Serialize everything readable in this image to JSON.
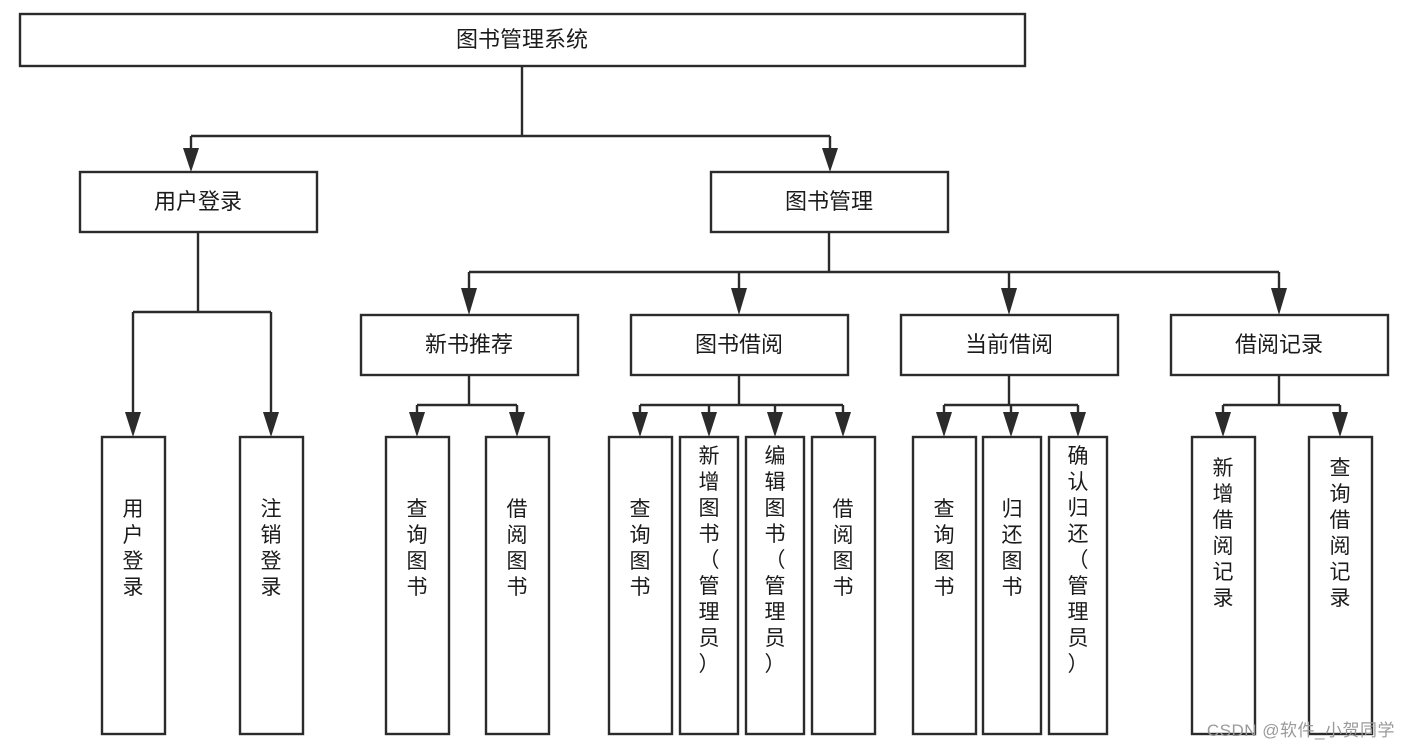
{
  "diagram": {
    "type": "tree-hierarchy",
    "title": "图书管理系统",
    "watermark": "CSDN @软件_小贺同学",
    "colors": {
      "stroke": "#2b2b2b",
      "fill": "#ffffff",
      "text": "#1b1b1b",
      "watermark": "#9a9a9a"
    },
    "levels": {
      "level1": [
        {
          "id": "root",
          "label": "图书管理系统"
        }
      ],
      "level2": [
        {
          "id": "user-login",
          "label": "用户登录"
        },
        {
          "id": "book-manage",
          "label": "图书管理"
        }
      ],
      "level3": [
        {
          "id": "new-book-rec",
          "label": "新书推荐",
          "parent": "book-manage"
        },
        {
          "id": "book-borrow",
          "label": "图书借阅",
          "parent": "book-manage"
        },
        {
          "id": "current-borrow",
          "label": "当前借阅",
          "parent": "book-manage"
        },
        {
          "id": "borrow-record",
          "label": "借阅记录",
          "parent": "book-manage"
        }
      ],
      "leaves": [
        {
          "id": "leaf-user-login",
          "label": "用户登录",
          "parent": "user-login"
        },
        {
          "id": "leaf-logout",
          "label": "注销登录",
          "parent": "user-login"
        },
        {
          "id": "leaf-query-book-1",
          "label": "查询图书",
          "parent": "new-book-rec"
        },
        {
          "id": "leaf-borrow-book-1",
          "label": "借阅图书",
          "parent": "new-book-rec"
        },
        {
          "id": "leaf-query-book-2",
          "label": "查询图书",
          "parent": "book-borrow"
        },
        {
          "id": "leaf-add-book",
          "label": "新增图书（管理员）",
          "parent": "book-borrow"
        },
        {
          "id": "leaf-edit-book",
          "label": "编辑图书（管理员）",
          "parent": "book-borrow"
        },
        {
          "id": "leaf-borrow-book-2",
          "label": "借阅图书",
          "parent": "book-borrow"
        },
        {
          "id": "leaf-query-book-3",
          "label": "查询图书",
          "parent": "current-borrow"
        },
        {
          "id": "leaf-return-book",
          "label": "归还图书",
          "parent": "current-borrow"
        },
        {
          "id": "leaf-confirm-return",
          "label": "确认归还（管理员）",
          "parent": "current-borrow"
        },
        {
          "id": "leaf-add-record",
          "label": "新增借阅记录",
          "parent": "borrow-record"
        },
        {
          "id": "leaf-query-record",
          "label": "查询借阅记录",
          "parent": "borrow-record"
        }
      ]
    }
  }
}
